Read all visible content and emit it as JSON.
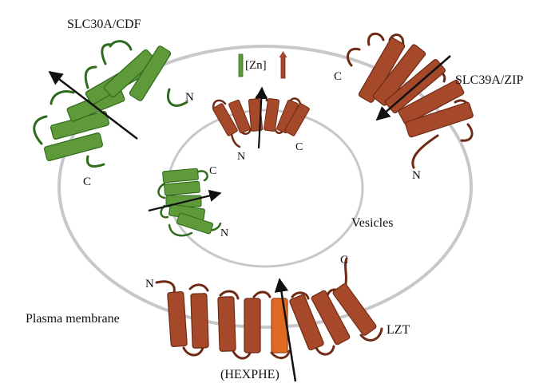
{
  "labels": {
    "slc30a": "SLC30A/CDF",
    "slc39a": "SLC39A/ZIP",
    "zn": "[Zn]",
    "vesicles": "Vesicles",
    "plasma_membrane": "Plasma membrane",
    "lzt": "LZT",
    "hexphe": "(HEXPHE)"
  },
  "termini": {
    "n": "N",
    "c": "C"
  },
  "colors": {
    "membrane": "#c8c8c8",
    "znt_fill": "#5e9a3a",
    "znt_dark": "#2f6b1c",
    "zip_fill": "#a6492a",
    "zip_dark": "#6e2a14",
    "hexphe_fill": "#e06a24",
    "arrow": "#111111"
  }
}
